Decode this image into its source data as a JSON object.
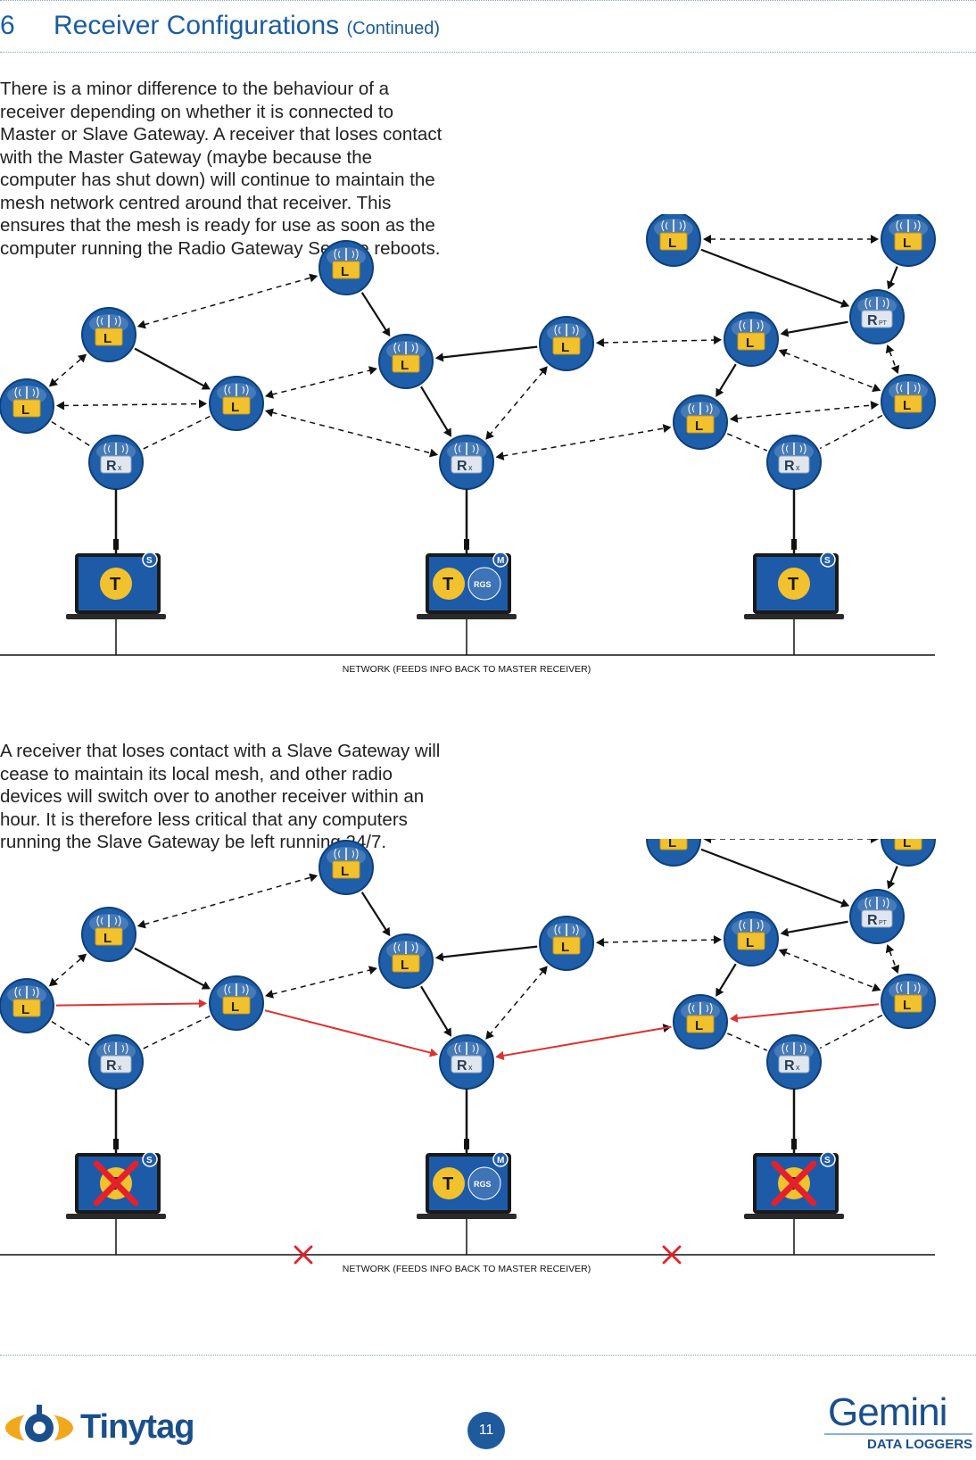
{
  "header": {
    "section_number": "6",
    "title": "Receiver Configurations",
    "subtitle": "(Continued)"
  },
  "paragraphs": {
    "first": "There is a minor difference to the behaviour of a receiver depending on whether it is connected to Master or Slave Gateway. A receiver that loses contact with the Master Gateway (maybe because the computer has shut down) will continue to maintain the mesh network centred around that receiver. This ensures that the mesh is ready for use as soon as the computer running the Radio Gateway Service reboots.",
    "second": "A receiver that loses contact with a Slave Gateway will cease to maintain its local mesh, and other radio devices will switch over to another receiver within an hour. It is therefore less critical that any computers running the Slave Gateway be left running 24/7."
  },
  "diagram": {
    "network_label": "NETWORK (FEEDS INFO BACK TO MASTER RECEIVER)",
    "logger_letter": "L",
    "receiver_letter": "R",
    "receiver_sub": "x",
    "repeater_sub": "PT",
    "slave_badge": "S",
    "master_badge": "M",
    "software_letter": "T",
    "rgs_label": "RGS",
    "colors": {
      "node_blue": "#1f5ea8",
      "logger_yellow": "#f2c12e",
      "failure_red": "#e5202a",
      "rerouted_link": "#e03030"
    }
  },
  "footer": {
    "page_number": "11",
    "tinytag_logo": "Tinytag",
    "gemini_logo": "Gemini",
    "gemini_sub": "DATA LOGGERS"
  }
}
